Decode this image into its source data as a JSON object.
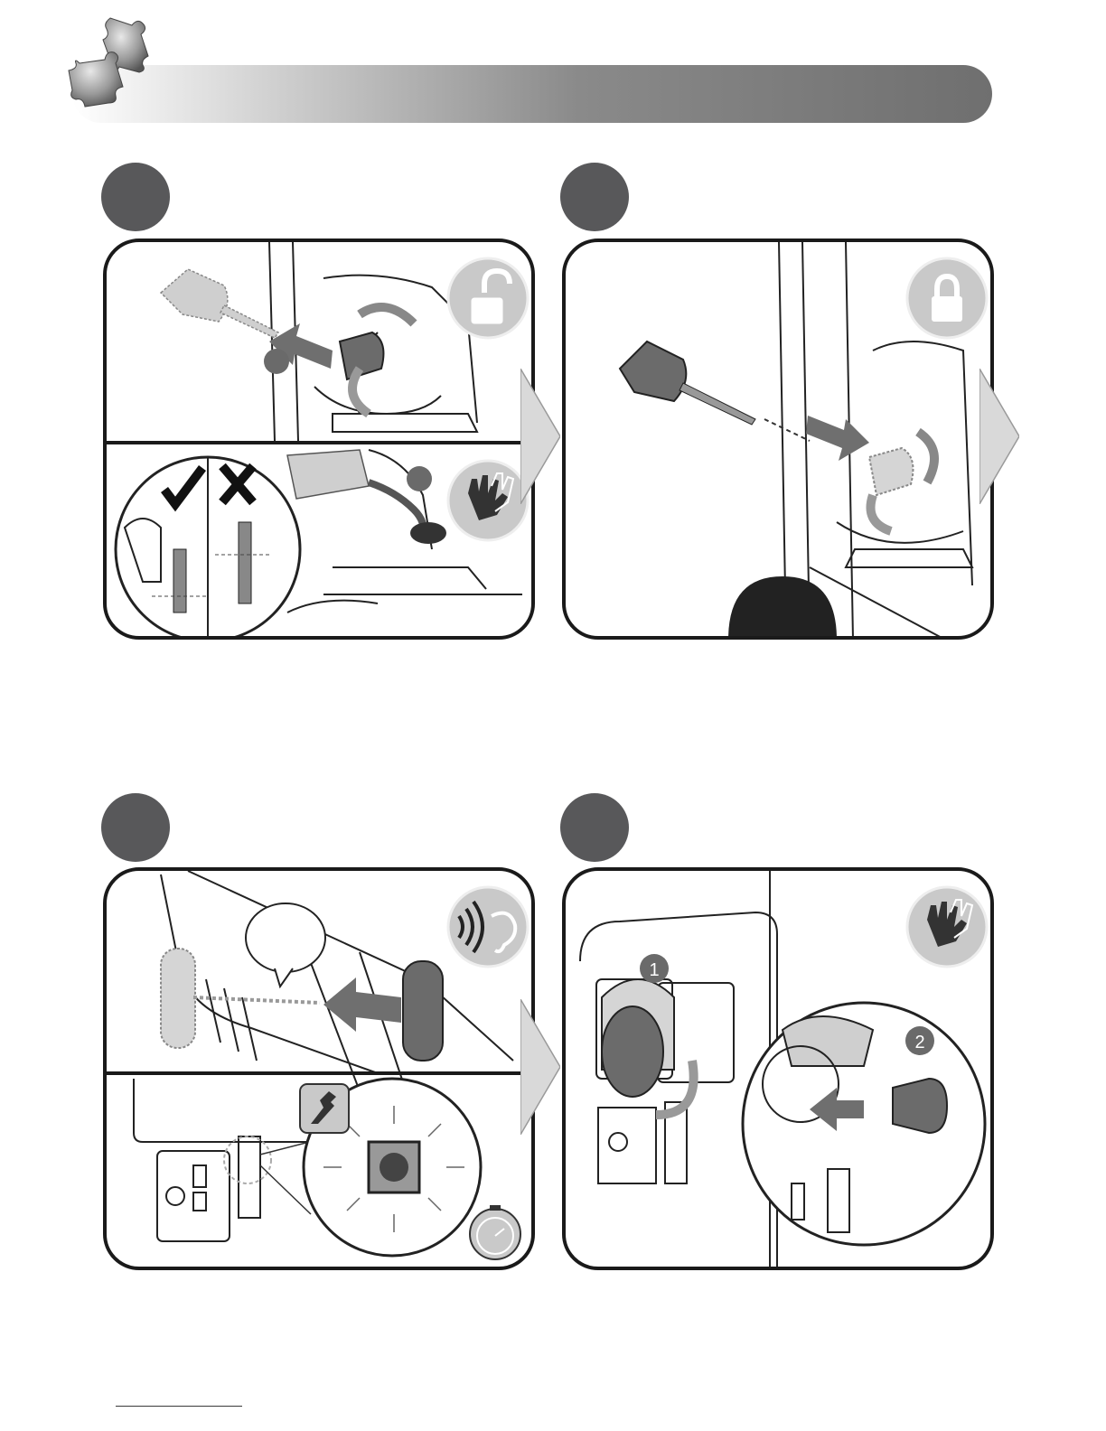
{
  "header": {
    "accent": "#6f6f6f"
  },
  "steps": [
    {
      "id": "step-1",
      "icons": [
        "unlock-icon",
        "gloves-icon"
      ]
    },
    {
      "id": "step-2",
      "icons": [
        "lock-icon"
      ]
    },
    {
      "id": "step-3",
      "icons": [
        "sound-ear-icon",
        "tool-icon",
        "timer-icon"
      ]
    },
    {
      "id": "step-4",
      "icons": [
        "gloves-icon"
      ],
      "callouts": {
        "first": "1",
        "second": "2"
      }
    }
  ],
  "colors": {
    "step_circle": "#58585a",
    "panel_border": "#1a1a1a",
    "arrow": "#d9d9d9"
  }
}
